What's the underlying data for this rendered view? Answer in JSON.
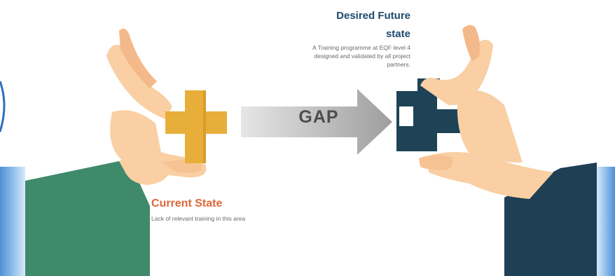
{
  "gap_label": "GAP",
  "current_state": {
    "title": "Current State",
    "description": "Lack of relevant training in this area"
  },
  "future_state": {
    "title": "Desired Future state",
    "description": "A Training programme at EQF level 4 designed and validated by all project partners."
  },
  "colors": {
    "current_accent": "#e0663a",
    "future_accent": "#1f4a6b",
    "left_piece": "#e8ae3a",
    "right_piece": "#1e4357",
    "arrow": "#a9a9a9",
    "left_sleeve": "#3f8a6a",
    "right_sleeve": "#1f3f55",
    "skin": "#f9cfa3"
  }
}
